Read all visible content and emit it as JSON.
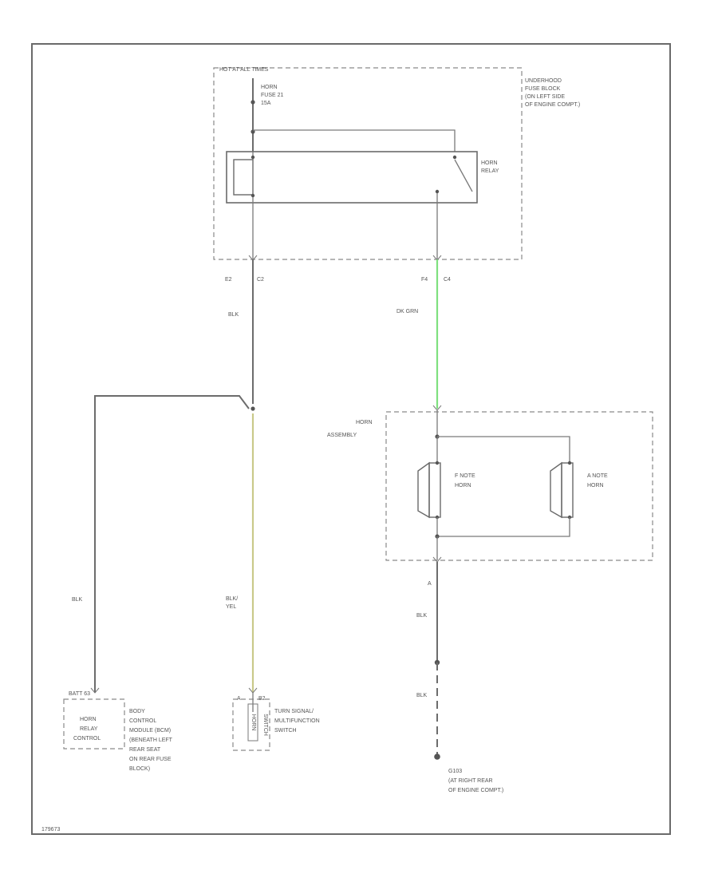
{
  "diagram": {
    "fuse_block": {
      "header": "HOT AT ALL TIMES",
      "title_lines": [
        "UNDERHOOD",
        "FUSE BLOCK",
        "(ON LEFT SIDE",
        "OF ENGINE COMPT.)"
      ],
      "fuse_lines": [
        "HORN",
        "FUSE 21",
        "15A"
      ],
      "relay_lines": [
        "HORN",
        "RELAY"
      ]
    },
    "connectors": {
      "left_pin": "E2",
      "left_conn": "C2",
      "right_pin": "F4",
      "right_conn": "C4"
    },
    "wires": {
      "blk": "BLK",
      "dk_grn": "DK GRN",
      "blk_yel_lines": [
        "BLK/",
        "YEL"
      ],
      "wire_colors": {
        "blk": "#6c6c6c",
        "dk_grn": "#7fe07f",
        "blk_yel": "#c9c98a"
      }
    },
    "horn_assembly": {
      "title_lines": [
        "HORN",
        "ASSEMBLY"
      ],
      "f_horn_lines": [
        "F NOTE",
        "HORN"
      ],
      "a_horn_lines": [
        "A NOTE",
        "HORN"
      ],
      "pin_bottom": "A"
    },
    "bcm": {
      "pin_label": "BATT 63",
      "box_lines": [
        "HORN",
        "RELAY",
        "CONTROL"
      ],
      "desc_lines": [
        "BODY",
        "CONTROL",
        "MODULE (BCM)",
        "(BENEATH LEFT",
        "REAR SEAT",
        "ON REAR FUSE",
        "BLOCK)"
      ]
    },
    "turn_switch": {
      "pin_left": "A",
      "pin_right": "B2",
      "box_label": "HORN",
      "box_label_right": "SWITCH",
      "desc_lines": [
        "TURN SIGNAL/",
        "MULTIFUNCTION",
        "SWITCH"
      ]
    },
    "ground": {
      "label_lines": [
        "G103",
        "(AT RIGHT REAR",
        "OF ENGINE COMPT.)"
      ]
    },
    "footer_code": "179673"
  }
}
